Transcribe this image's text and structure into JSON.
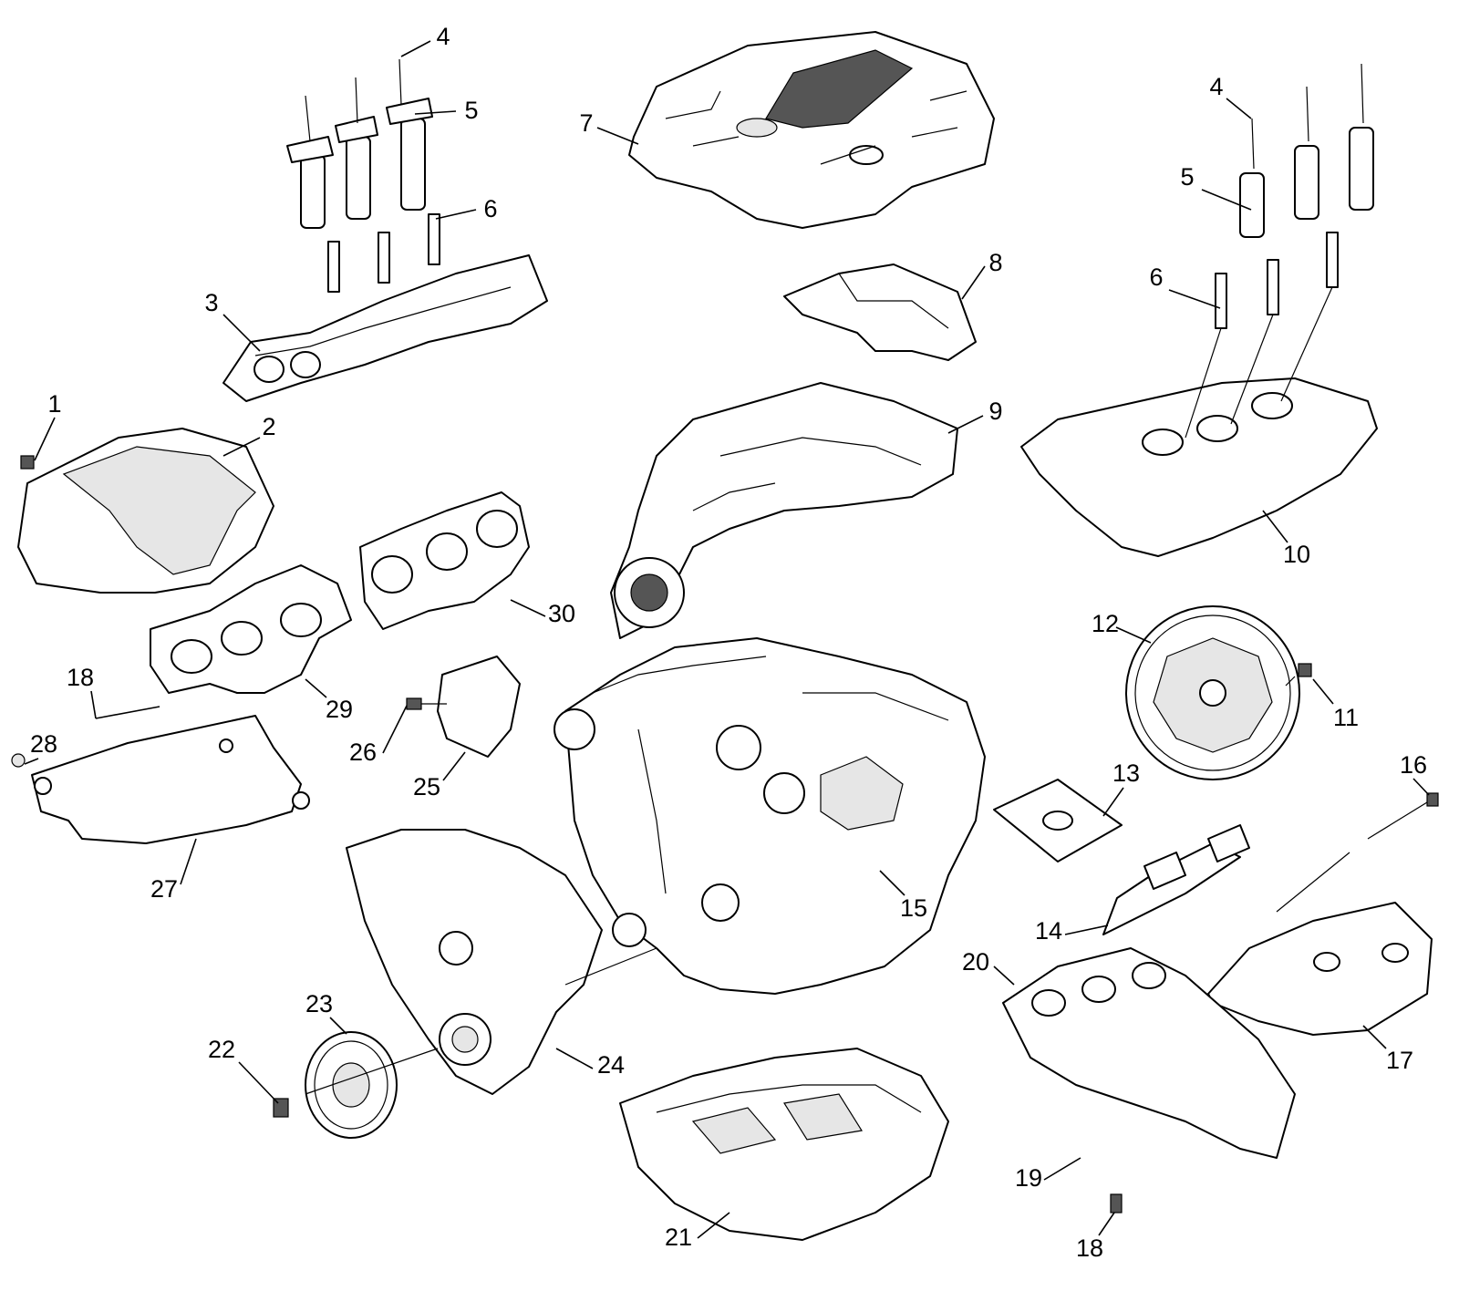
{
  "diagram": {
    "callouts": [
      {
        "id": "c1",
        "text": "1"
      },
      {
        "id": "c2",
        "text": "2"
      },
      {
        "id": "c3",
        "text": "3"
      },
      {
        "id": "c4a",
        "text": "4"
      },
      {
        "id": "c5a",
        "text": "5"
      },
      {
        "id": "c6a",
        "text": "6"
      },
      {
        "id": "c7",
        "text": "7"
      },
      {
        "id": "c8",
        "text": "8"
      },
      {
        "id": "c9",
        "text": "9"
      },
      {
        "id": "c4b",
        "text": "4"
      },
      {
        "id": "c5b",
        "text": "5"
      },
      {
        "id": "c6b",
        "text": "6"
      },
      {
        "id": "c10",
        "text": "10"
      },
      {
        "id": "c11",
        "text": "11"
      },
      {
        "id": "c12",
        "text": "12"
      },
      {
        "id": "c13",
        "text": "13"
      },
      {
        "id": "c14",
        "text": "14"
      },
      {
        "id": "c15",
        "text": "15"
      },
      {
        "id": "c16",
        "text": "16"
      },
      {
        "id": "c17",
        "text": "17"
      },
      {
        "id": "c18a",
        "text": "18"
      },
      {
        "id": "c18b",
        "text": "18"
      },
      {
        "id": "c19",
        "text": "19"
      },
      {
        "id": "c20",
        "text": "20"
      },
      {
        "id": "c21",
        "text": "21"
      },
      {
        "id": "c22",
        "text": "22"
      },
      {
        "id": "c23",
        "text": "23"
      },
      {
        "id": "c24",
        "text": "24"
      },
      {
        "id": "c25",
        "text": "25"
      },
      {
        "id": "c26",
        "text": "26"
      },
      {
        "id": "c27",
        "text": "27"
      },
      {
        "id": "c28",
        "text": "28"
      },
      {
        "id": "c29",
        "text": "29"
      },
      {
        "id": "c30",
        "text": "30"
      }
    ]
  }
}
